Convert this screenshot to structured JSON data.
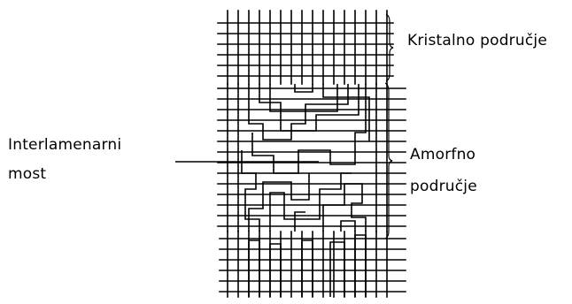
{
  "labels": {
    "crystalline": "Kristalno područje",
    "amorphous_line1": "Amorfno",
    "amorphous_line2": "područje",
    "bridge_line1": "Interlamenarni",
    "bridge_line2": "most"
  }
}
